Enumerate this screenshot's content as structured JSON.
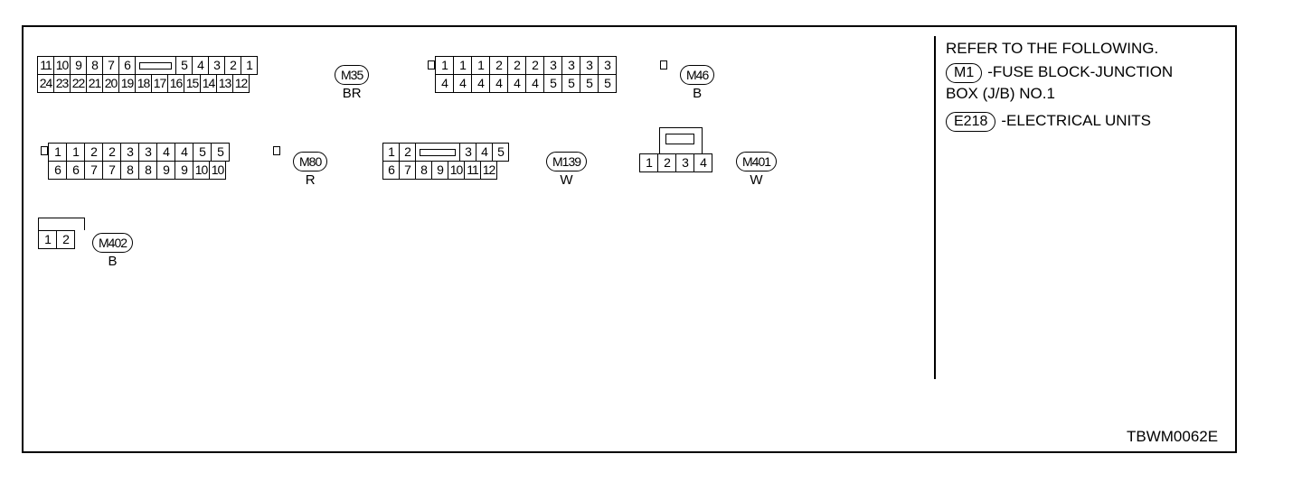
{
  "connectors": {
    "m35": {
      "code": "M35",
      "color": "BR",
      "row1": [
        "11",
        "10",
        "9",
        "8",
        "7",
        "6",
        "5",
        "4",
        "3",
        "2",
        "1"
      ],
      "row2": [
        "24",
        "23",
        "22",
        "21",
        "20",
        "19",
        "18",
        "17",
        "16",
        "15",
        "14",
        "13",
        "12"
      ]
    },
    "m46": {
      "code": "M46",
      "color": "B",
      "row1": [
        "1",
        "1",
        "1",
        "2",
        "2",
        "2",
        "3",
        "3",
        "3",
        "3"
      ],
      "row2": [
        "4",
        "4",
        "4",
        "4",
        "4",
        "4",
        "5",
        "5",
        "5",
        "5"
      ]
    },
    "m80": {
      "code": "M80",
      "color": "R",
      "row1": [
        "1",
        "1",
        "2",
        "2",
        "3",
        "3",
        "4",
        "4",
        "5",
        "5"
      ],
      "row2": [
        "6",
        "6",
        "7",
        "7",
        "8",
        "8",
        "9",
        "9",
        "10",
        "10"
      ]
    },
    "m139": {
      "code": "M139",
      "color": "W",
      "row1": [
        "1",
        "2",
        "3",
        "4",
        "5"
      ],
      "row2": [
        "6",
        "7",
        "8",
        "9",
        "10",
        "11",
        "12"
      ]
    },
    "m401": {
      "code": "M401",
      "color": "W",
      "row1": [
        "1",
        "2",
        "3",
        "4"
      ]
    },
    "m402": {
      "code": "M402",
      "color": "B",
      "row1": [
        "1",
        "2"
      ]
    }
  },
  "legend": {
    "title": "REFER TO THE FOLLOWING.",
    "item1_code": "M1",
    "item1_text": "-FUSE BLOCK-JUNCTION",
    "item1_text2": "BOX (J/B) NO.1",
    "item2_code": "E218",
    "item2_text": "-ELECTRICAL UNITS"
  },
  "figure_id": "TBWM0062E"
}
